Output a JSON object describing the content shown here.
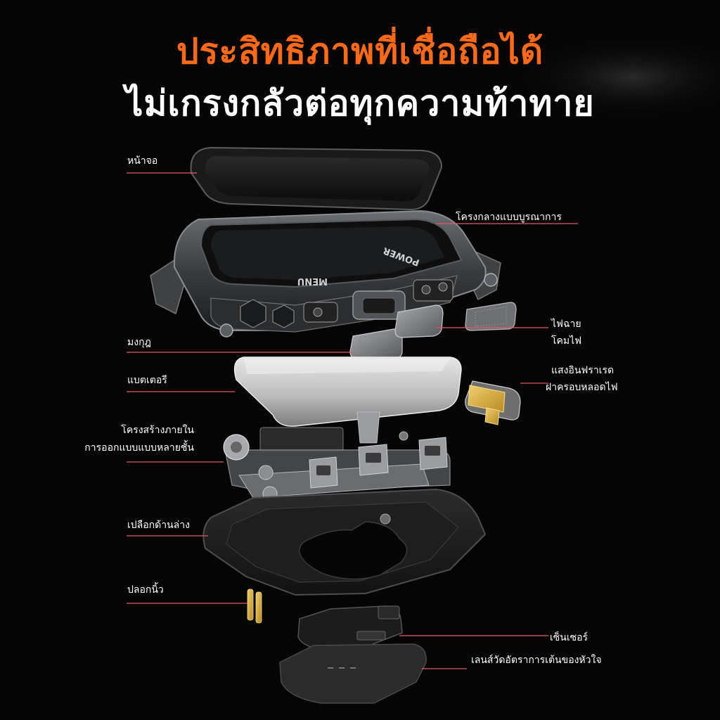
{
  "headline": {
    "line1": "ประสิทธิภาพที่เชื่อถือได้",
    "line2": "ไม่เกรงกลัวต่อทุกความท้าทาย"
  },
  "colors": {
    "accent": "#ff6a1a",
    "callout_line": "#e05a66",
    "background": "#050505",
    "text": "#ffffff"
  },
  "labels": {
    "display": "หน้าจอ",
    "middle_frame": "โครงกลางแบบบูรณาการ",
    "crown": "มงกุฎ",
    "flashlight_1": "ไฟฉาย",
    "flashlight_2": "โคมไฟ",
    "battery": "แบตเตอรี",
    "infrared_1": "แสงอินฟราเรด",
    "infrared_2": "ฝาครอบหลอดไฟ",
    "structure_1": "โครงสร้างภายใน",
    "structure_2": "การออกแบบแบบหลายชั้น",
    "bottom_shell": "เปลือกด้านล่าง",
    "pogo_pin": "ปลอกนิ้ว",
    "sensor": "เซ็นเซอร์",
    "hr_lens": "เลนส์วัดอัตราการเต้นของหัวใจ"
  },
  "case_buttons": {
    "menu": "MENU",
    "power": "POWER"
  }
}
